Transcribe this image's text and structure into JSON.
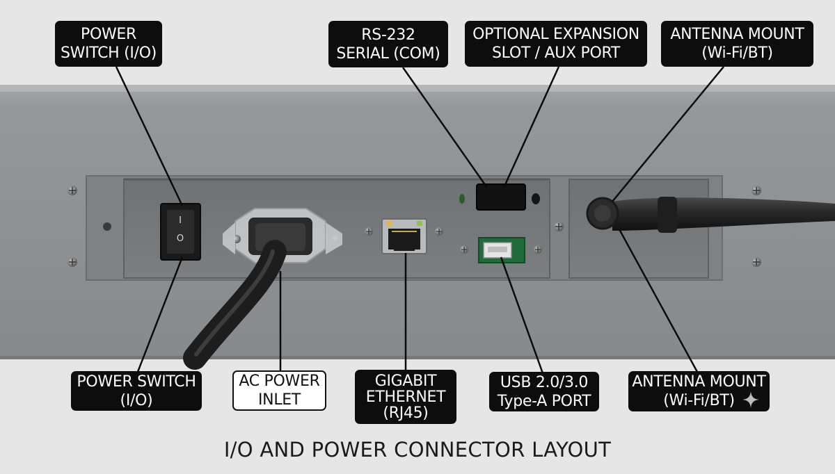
{
  "diagram": {
    "caption": "I/O AND POWER CONNECTOR LAYOUT",
    "labels": {
      "power_switch_top": [
        "POWER",
        "SWITCH (I/O)"
      ],
      "rs232": [
        "RS-232",
        "SERIAL (COM)"
      ],
      "expansion": [
        "OPTIONAL EXPANSION",
        "SLOT / AUX PORT"
      ],
      "antenna_top": [
        "ANTENNA MOUNT",
        "(Wi-Fi/BT)"
      ],
      "power_switch_bottom": [
        "POWER SWITCH",
        "(I/O)"
      ],
      "ac_inlet": [
        "AC POWER",
        "INLET"
      ],
      "ethernet": [
        "GIGABIT",
        "ETHERNET",
        "(RJ45)"
      ],
      "usb": [
        "USB 2.0/3.0",
        "Type-A PORT"
      ],
      "antenna_bottom": [
        "ANTENNA MOUNT",
        "(Wi-Fi/BT)"
      ]
    },
    "switch_symbols": [
      "I",
      "O"
    ],
    "colors": {
      "chassis": "#8e9193",
      "label_bg": "#0d0d0d",
      "label_text": "#ffffff",
      "usb_green": "#1f6b3a"
    }
  }
}
